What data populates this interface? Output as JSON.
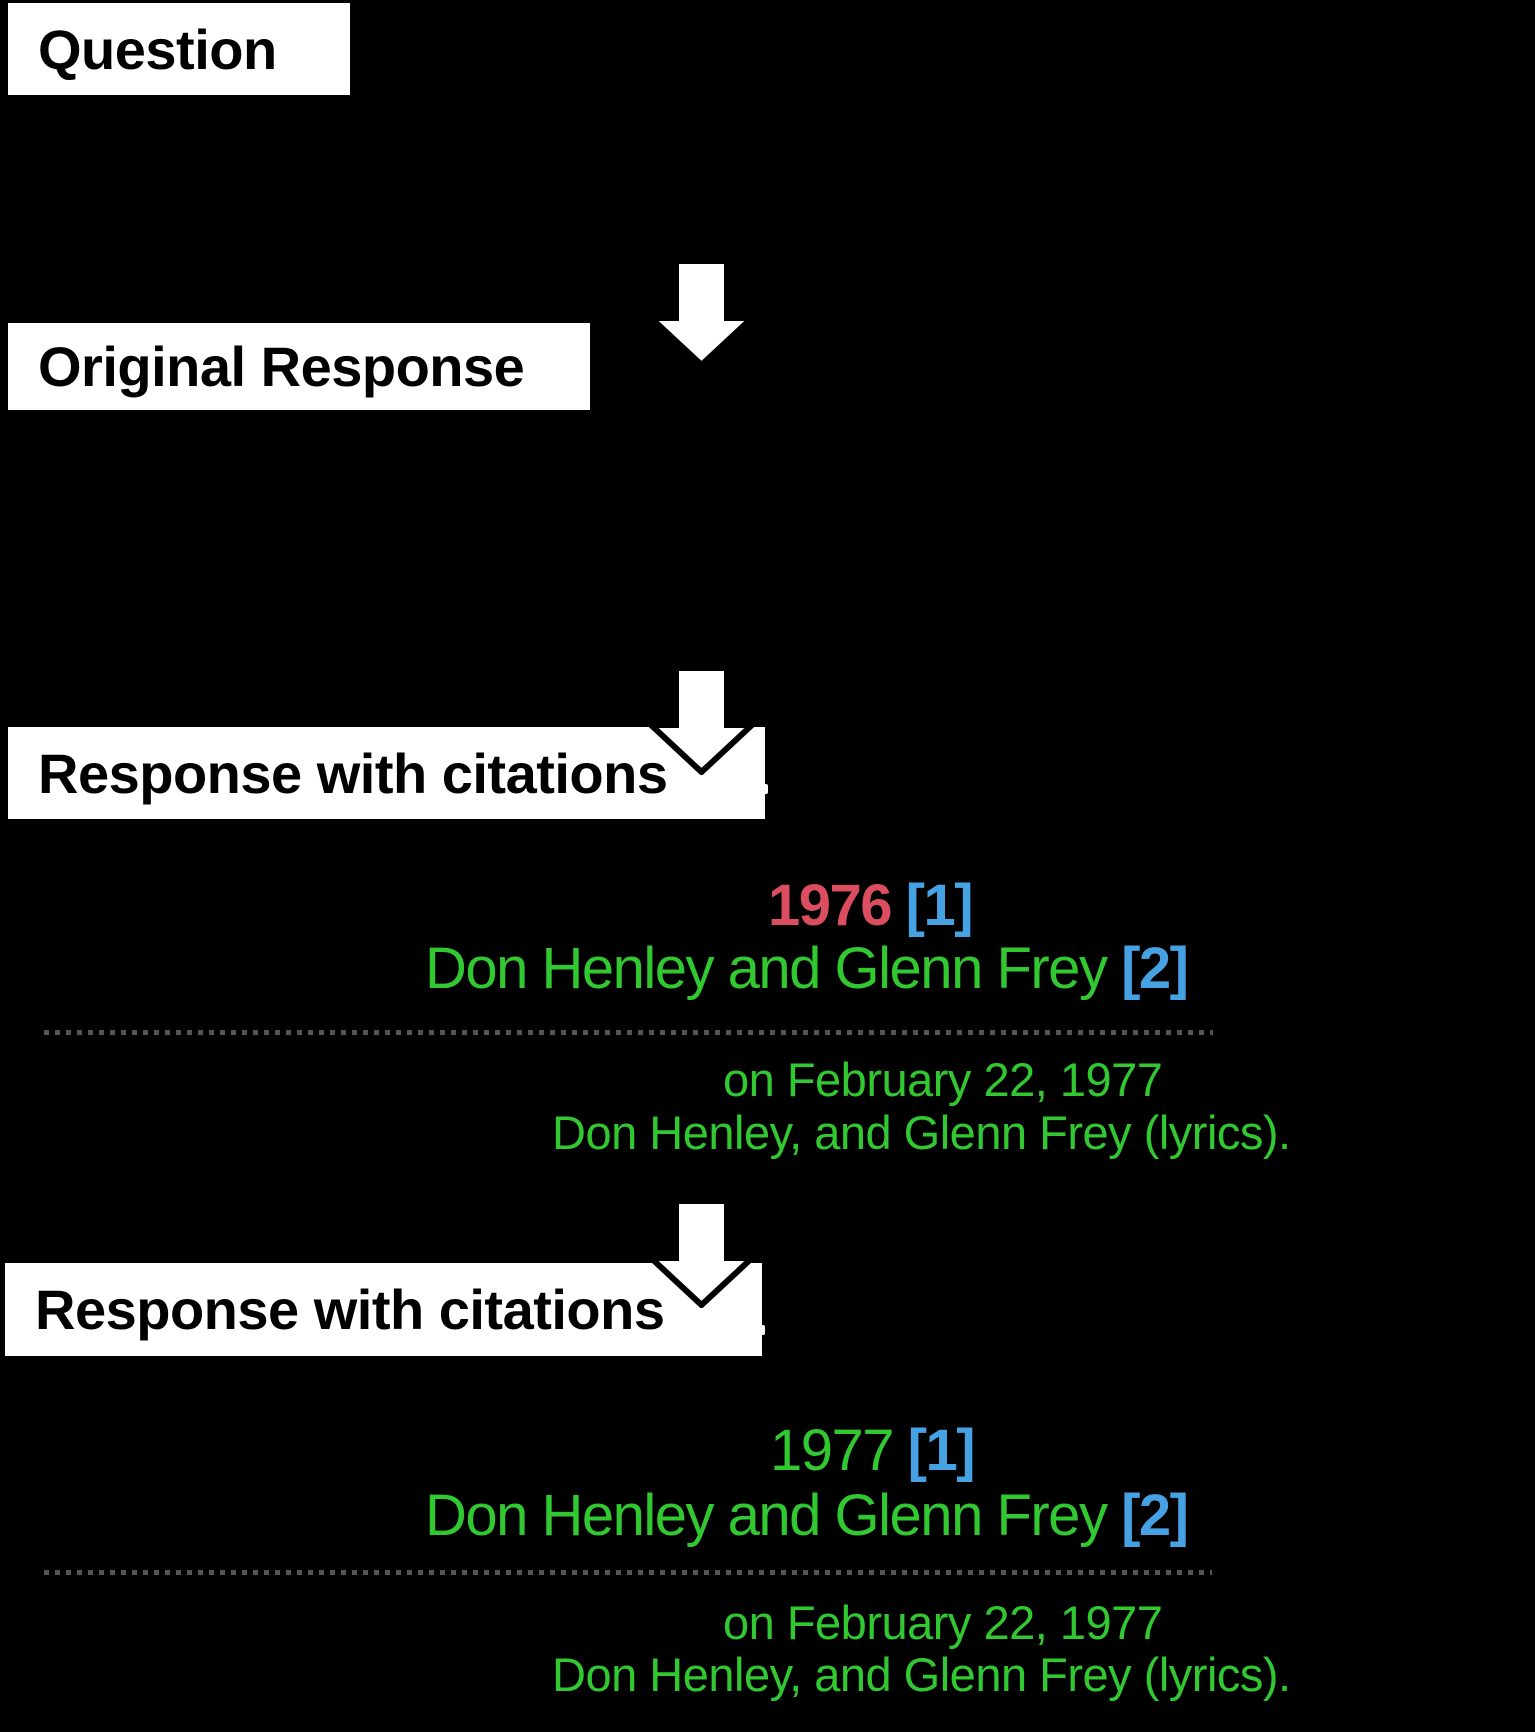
{
  "figure": {
    "description_labels": {
      "question": "Question",
      "original_response": "Original Response",
      "response_with_citations_1": "Response with citations",
      "response_with_citations_2": "Response with citations"
    },
    "blocks": [
      {
        "year": "1976",
        "cite1": "[1]",
        "authors": "Don Henley and Glenn Frey",
        "cite2": "[2]",
        "date_line": "on February 22, 1977",
        "credits_line": "Don Henley, and Glenn Frey (lyrics)."
      },
      {
        "year": "1977",
        "cite1": "[1]",
        "authors": "Don Henley and Glenn Frey",
        "cite2": "[2]",
        "date_line": "on February 22, 1977",
        "credits_line": "Don Henley, and Glenn Frey (lyrics)."
      }
    ],
    "icons": [
      "down-arrow",
      "down-arrow",
      "down-arrow"
    ],
    "colors": {
      "background": "#000000",
      "box_background": "#FFFFFF",
      "box_text": "#000000",
      "wrong_year_red": "#DB4E5F",
      "entity_green": "#31C831",
      "citation_blue": "#46A2E3",
      "separator_gray": "#555555",
      "arrow_fill": "#FFFFFF",
      "arrow_outline": "#000000"
    }
  }
}
